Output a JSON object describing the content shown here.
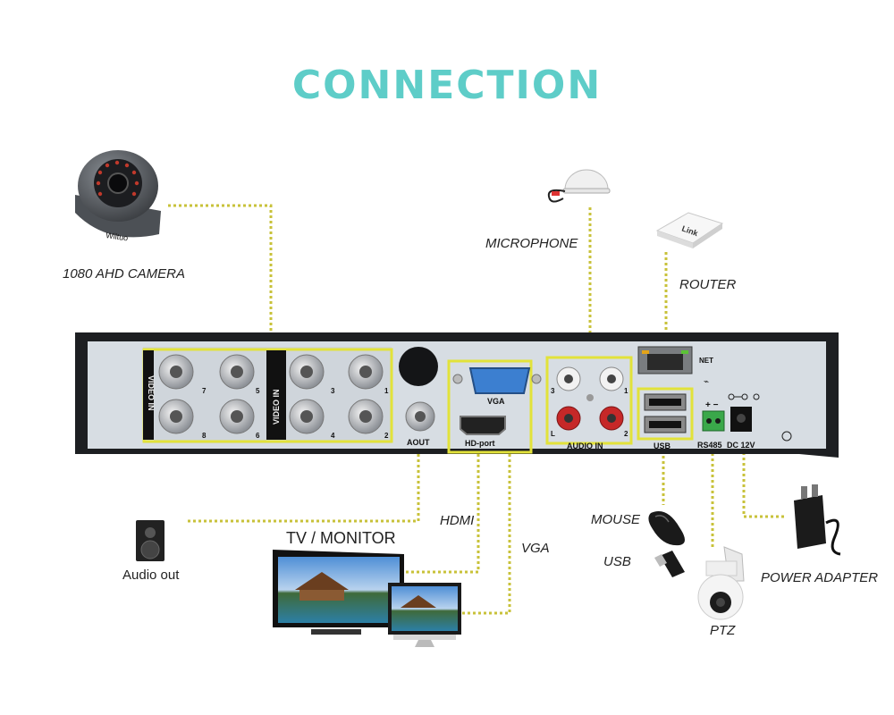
{
  "title": "CONNECTION",
  "devices": {
    "camera": {
      "label": "1080 AHD CAMERA",
      "brand": "Wiltuo",
      "icon": "dome-camera-icon"
    },
    "microphone": {
      "label": "MICROPHONE",
      "icon": "microphone-icon"
    },
    "router": {
      "label": "ROUTER",
      "brand": "Link",
      "icon": "router-icon"
    },
    "audio_out": {
      "label": "Audio out",
      "icon": "speaker-icon"
    },
    "tv": {
      "label": "TV / MONITOR",
      "icon": "tv-monitor-icon"
    },
    "hdmi": {
      "label": "HDMI"
    },
    "vga": {
      "label": "VGA"
    },
    "mouse": {
      "label": "MOUSE",
      "icon": "mouse-icon"
    },
    "usb": {
      "label": "USB",
      "icon": "usb-stick-icon"
    },
    "ptz": {
      "label": "PTZ",
      "icon": "ptz-camera-icon"
    },
    "power": {
      "label": "POWER ADAPTER",
      "icon": "power-adapter-icon"
    }
  },
  "panel": {
    "video_in": "VIDEO IN",
    "video_in_mirrored": "VIDEO IN",
    "bnc_numbers": [
      "7",
      "5",
      "8",
      "6",
      "3",
      "1",
      "4",
      "2"
    ],
    "aout": "AOUT",
    "vga": "VGA",
    "hd_port": "HD-port",
    "audio_in": "AUDIO IN",
    "audio_numbers": [
      "3",
      "1",
      "L",
      "2"
    ],
    "net": "NET",
    "usb": "USB",
    "rs485": "RS485",
    "dc12v": "DC 12V",
    "rs485_polarity": "+ −"
  },
  "colors": {
    "title": "#5ecdc8",
    "connector_line": "#c8c23a",
    "highlight_box": "#e2e23a",
    "panel_face": "#d7dde3",
    "panel_frame": "#1d1f22"
  }
}
